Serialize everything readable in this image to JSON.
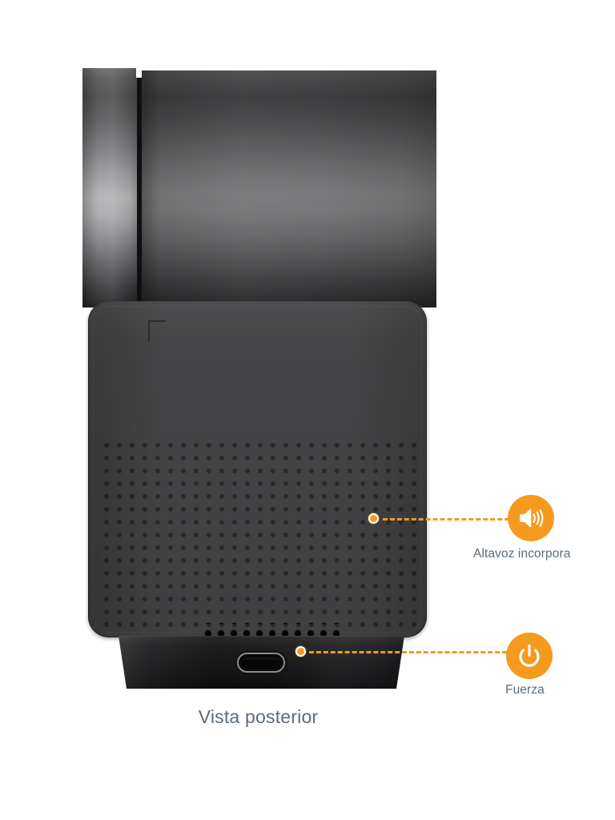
{
  "page": {
    "background_color": "#ffffff",
    "caption": "Vista posterior"
  },
  "theme": {
    "accent_color": "#F59A1E",
    "label_color": "#5b6b78",
    "device_body_color": "#414143",
    "device_base_color": "#1b1b1d"
  },
  "device": {
    "name": "device-rear-view",
    "parts": {
      "upper_body": "cylindrical-upper-body",
      "side_strip": "left-side-strip",
      "front_panel": "perforated-front-panel",
      "corner_mark": "corner-bracket-mark",
      "dot_grid": "speaker-perforation-grid",
      "base": "device-base-stand",
      "usb_port": "usb-c-port"
    }
  },
  "callouts": [
    {
      "id": "speaker",
      "label": "Altavoz incorpora",
      "icon": "speaker-volume-icon",
      "marker": "callout-dot",
      "connector": "dashed-line"
    },
    {
      "id": "power",
      "label": "Fuerza",
      "icon": "power-icon",
      "marker": "callout-dot",
      "connector": "dashed-line"
    }
  ]
}
